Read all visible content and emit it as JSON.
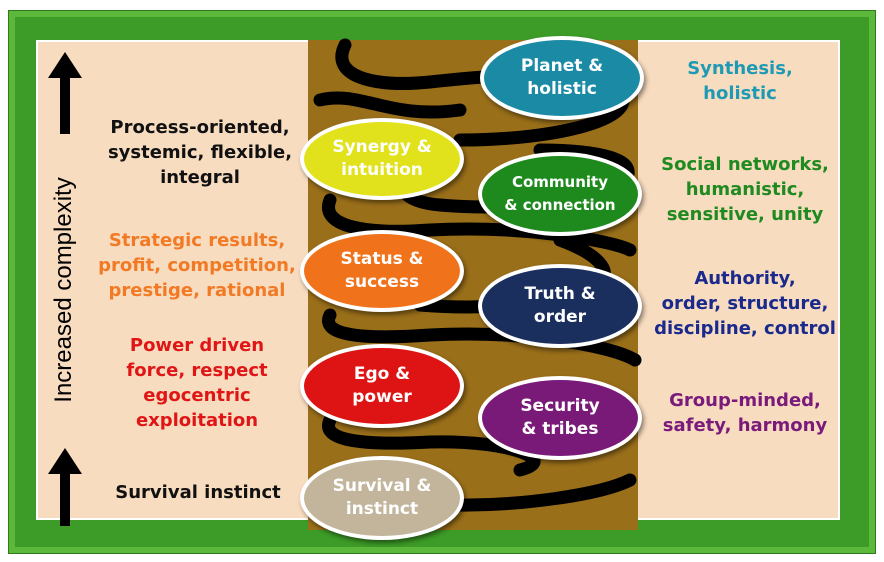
{
  "axis": {
    "label": "Increased complexity"
  },
  "ovals": {
    "planet": {
      "label": "Planet &\nholistic",
      "color": "#1b8aa5"
    },
    "synergy": {
      "label": "Synergy &\nintuition",
      "color": "#e2e21c"
    },
    "community": {
      "label": "Community\n& connection",
      "color": "#1e8a1e"
    },
    "status": {
      "label": "Status &\nsuccess",
      "color": "#f0731b"
    },
    "truth": {
      "label": "Truth &\norder",
      "color": "#1a2f5e"
    },
    "ego": {
      "label": "Ego &\npower",
      "color": "#de1414"
    },
    "security": {
      "label": "Security\n& tribes",
      "color": "#7a1a78"
    },
    "survival": {
      "label": "Survival &\ninstinct",
      "color": "#c2b59c"
    }
  },
  "left_text": {
    "process": {
      "line1": "Process-oriented,",
      "line2": "systemic, flexible,",
      "line3": "integral",
      "color": "#111111"
    },
    "strategic": {
      "line1": "Strategic results,",
      "line2": "profit, competition,",
      "line3": "prestige, rational",
      "color": "#f27a24"
    },
    "power": {
      "line1": "Power driven",
      "line2": "force, respect",
      "line3": "egocentric",
      "line4": "exploitation",
      "color": "#e01616"
    },
    "survival": {
      "line1": "Survival instinct",
      "color": "#111111"
    }
  },
  "right_text": {
    "synthesis": {
      "line1": "Synthesis,",
      "line2": "holistic",
      "color": "#1f9ab5"
    },
    "social": {
      "line1": "Social networks,",
      "line2": "humanistic,",
      "line3": "sensitive, unity",
      "color": "#1f8a1f"
    },
    "authority": {
      "line1": "Authority,",
      "line2": "order, structure,",
      "line3": "discipline, control",
      "color": "#1a2a8c"
    },
    "group": {
      "line1": "Group-minded,",
      "line2": "safety, harmony",
      "color": "#7a1a7a"
    }
  }
}
